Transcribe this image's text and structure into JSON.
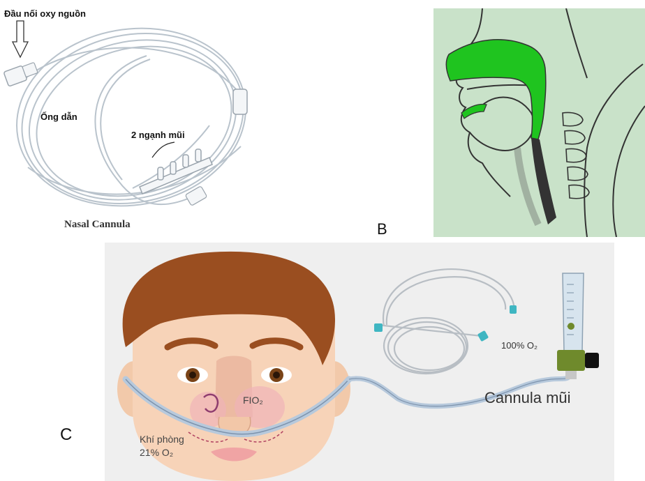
{
  "panel_a": {
    "label_oxygen_connector": "Đầu nối oxy nguồn",
    "label_tubing": "Ống dẫn",
    "label_nasal_prongs": "2 ngạnh mũi",
    "caption": "Nasal Cannula"
  },
  "panel_b": {
    "letter": "B"
  },
  "panel_c": {
    "letter": "C",
    "label_fio2": "FIO₂",
    "label_room_air_line1": "Khí phòng",
    "label_room_air_line2": "21% O₂",
    "label_flowmeter": "100% O₂",
    "label_cannula": "Cannula mũi"
  },
  "colors": {
    "airway_green": "#1fc41f",
    "panel_b_bg": "#c9e2c9",
    "panel_c_bg": "#efefef",
    "skin": "#f7d3b8",
    "hair": "#9a4e20",
    "tube_blue": "#b7c9dc",
    "connector_teal": "#3fb6c2",
    "flowmeter_green": "#6f8a2c"
  }
}
